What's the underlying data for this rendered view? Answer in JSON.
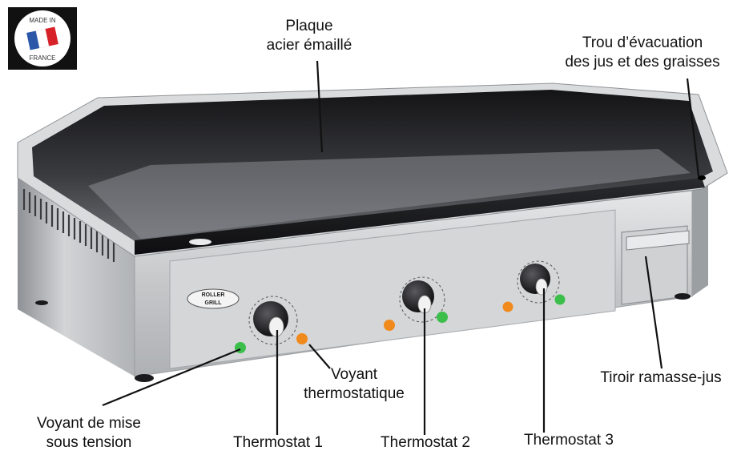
{
  "badge": {
    "line1": "MADE IN",
    "line2": "FRANCE",
    "colors": {
      "blue": "#2a57a8",
      "white": "#ffffff",
      "red": "#d8222a"
    }
  },
  "brand_plate": {
    "line1": "ROLLER",
    "line2": "GRILL"
  },
  "labels": {
    "plaque": [
      "Plaque",
      "acier émaillé"
    ],
    "trou": [
      "Trou d’évacuation",
      "des jus et des graisses"
    ],
    "voyant_thermo": [
      "Voyant",
      "thermostatique"
    ],
    "voyant_tension": [
      "Voyant de mise",
      "sous tension"
    ],
    "thermostat1": "Thermostat 1",
    "thermostat2": "Thermostat 2",
    "thermostat3": "Thermostat 3",
    "tiroir": "Tiroir ramasse-jus"
  },
  "colors": {
    "lamp_green": "#3bbf4a",
    "lamp_orange": "#f08a1c",
    "plate": "#1c1c1f",
    "steel": "#c9cbcd"
  }
}
